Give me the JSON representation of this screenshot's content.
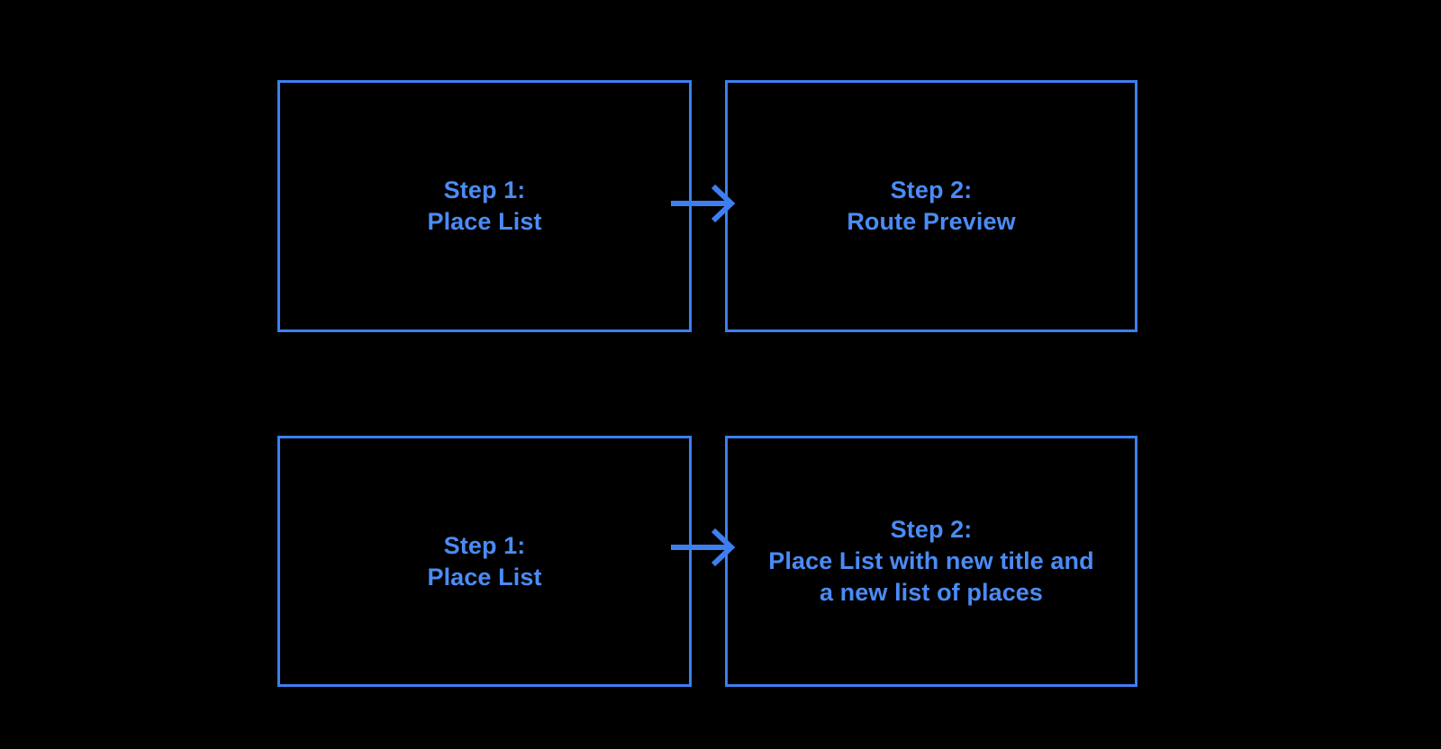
{
  "diagram": {
    "type": "flow",
    "background_color": "#000000",
    "accent_color": "#3d7ff0",
    "text_color": "#4b8bf5",
    "flows": [
      {
        "id": "flow-route-preview",
        "nodes": [
          {
            "id": "r1-n1",
            "label": "Step 1:\nPlace List"
          },
          {
            "id": "r1-n2",
            "label": "Step 2:\nRoute Preview"
          }
        ],
        "connector": {
          "id": "r1-arrow",
          "kind": "arrow-right",
          "from": "r1-n1",
          "to": "r1-n2"
        }
      },
      {
        "id": "flow-new-place-list",
        "nodes": [
          {
            "id": "r2-n1",
            "label": "Step 1:\nPlace List"
          },
          {
            "id": "r2-n2",
            "label": "Step 2:\nPlace List with new title and\na new list of places"
          }
        ],
        "connector": {
          "id": "r2-arrow",
          "kind": "arrow-right",
          "from": "r2-n1",
          "to": "r2-n2"
        }
      }
    ]
  }
}
